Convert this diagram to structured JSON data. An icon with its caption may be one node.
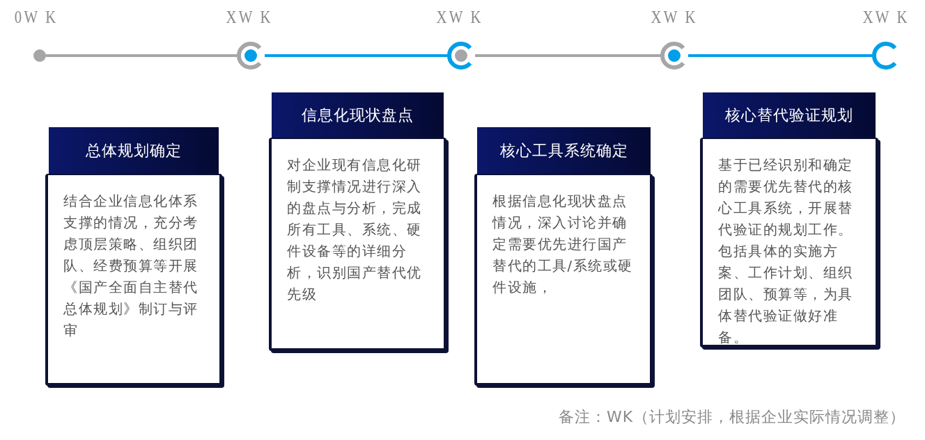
{
  "diagram": {
    "nodes": [
      {
        "text": [],
        "shape": "circle",
        "beside": [
          "0W K"
        ]
      },
      {
        "text": [],
        "shape": "circle",
        "beside": [
          "XW K"
        ]
      },
      {
        "text": [],
        "shape": "circle",
        "beside": [
          "XW K"
        ]
      },
      {
        "text": [],
        "shape": "circle",
        "beside": [
          "XW K"
        ]
      },
      {
        "text": [],
        "shape": "ring",
        "beside": [
          "XW K"
        ]
      },
      {
        "text": [
          "总体规划确定",
          "结合企业信息化体系支撑的情况，充分考虑顶层策略、组织团队、经费预算等开展《国产全面自主替代总体规划》制订与评审"
        ]
      },
      {
        "text": [
          "信息化现状盘点",
          "对企业现有信息化研制支撑情况进行深入的盘点与分析，完成所有工具、系统、硬件设备等的详细分析，识别国产替代优先级"
        ]
      },
      {
        "text": [
          "核心工具系统确定",
          "根据信息化现状盘点情况，深入讨论并确定需要优先进行国产替代的工具/系统或硬件设施，"
        ]
      },
      {
        "text": [
          "核心替代验证规划",
          "基于已经识别和确定的需要优先替代的核心工具系统，开展替代验证的规划工作。包括具体的实施方案、工作计划、组织团队、预算等，为具体替代验证做好准备。"
        ]
      }
    ],
    "edges": [
      {
        "from": 0,
        "to": 1,
        "arrow": "none"
      },
      {
        "from": 1,
        "to": 2,
        "arrow": "none",
        "color": "#009fe8"
      },
      {
        "from": 2,
        "to": 3,
        "arrow": "none"
      },
      {
        "from": 3,
        "to": 4,
        "arrow": "none",
        "color": "#009fe8"
      }
    ],
    "labels": [
      "备注：WK（计划安排，根据企业实际情况调整）"
    ]
  }
}
